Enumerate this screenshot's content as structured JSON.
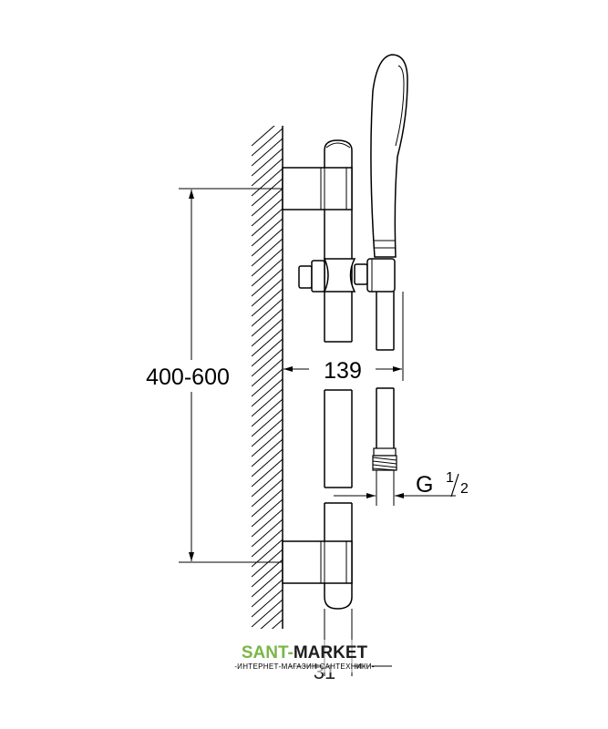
{
  "dimensions": {
    "height_range": "400-600",
    "projection": "139",
    "diameter": "31",
    "thread": {
      "prefix": "G",
      "numerator": "1",
      "denominator": "2"
    }
  },
  "watermark": {
    "brand_part1": "SANT",
    "brand_sep": "-",
    "brand_part2": "MARKET",
    "tagline": "-ИНТЕРНЕТ-МАГАЗИН САНТЕХНИКИ-"
  },
  "colors": {
    "line": "#000000",
    "brand_green": "#7ab648",
    "brand_dark": "#1f1f1f"
  }
}
